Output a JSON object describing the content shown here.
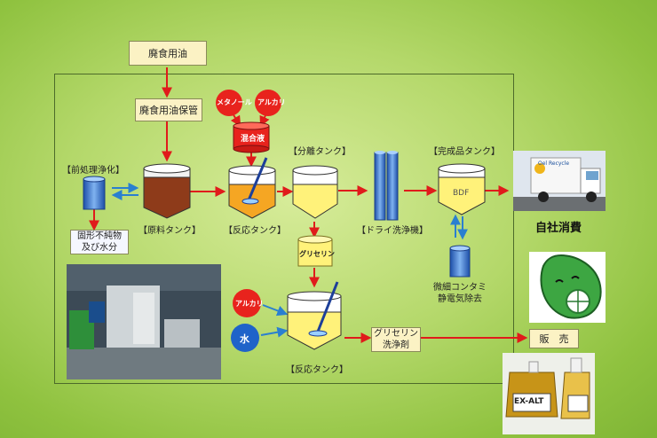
{
  "labels": {
    "waste_oil": "廃食用油",
    "waste_oil_storage": "廃食用油保管",
    "methanol": "メタノール",
    "alkali_top": "アルカリ",
    "mixed_liquid": "混合液",
    "separation_tank": "【分離タンク】",
    "finished_tank": "【完成品タンク】",
    "pretreatment": "【前処理浄化】",
    "raw_tank": "【原料タンク】",
    "reaction_tank_1": "【反応タンク】",
    "dry_washer": "【ドライ洗浄機】",
    "bdf": "BDF",
    "solids_water": "固形不純物\n及び水分",
    "glycerin": "グリセリン",
    "micro_contaminant": "微細コンタミ\n静電気除去",
    "in_house": "自社消費",
    "alkali_bottom": "アルカリ",
    "water": "水",
    "reaction_tank_2": "【反応タンク】",
    "glycerin_cleaner": "グリセリン\n洗浄剤",
    "sales": "販　売",
    "truck_text": "Oel Recycle",
    "product_label": "EX-ALT"
  },
  "colors": {
    "arrow_red": "#e01b1b",
    "arrow_blue": "#2a7fd0",
    "tank_yellow": "#fff27a",
    "tank_orange": "#f5a623",
    "tank_brown": "#8e3b1a",
    "red_ball": "#e8231d",
    "blue_ball": "#1f63c9"
  }
}
